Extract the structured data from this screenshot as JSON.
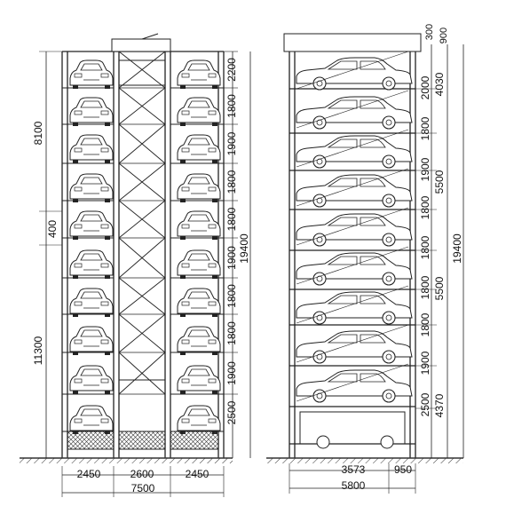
{
  "front_view": {
    "bottom_dims": [
      "2450",
      "2600",
      "2450"
    ],
    "overall_width": "7500",
    "left_dims": [
      "8100",
      "400",
      "11300"
    ],
    "right_levels": [
      "2200",
      "1800",
      "1900",
      "1800",
      "1800",
      "1900",
      "1800",
      "1800",
      "1900",
      "2500"
    ],
    "overall_height": "19400"
  },
  "side_view": {
    "top_dims": [
      "300",
      "900"
    ],
    "right_dims_a": [
      "2000",
      "1800",
      "1900",
      "1800",
      "1800",
      "1800",
      "1800",
      "1900",
      "2500"
    ],
    "right_dims_b": [
      "4030",
      "5500",
      "5500",
      "4370"
    ],
    "overall_height": "19400",
    "bottom_dims": [
      "3573",
      "950"
    ],
    "overall_width": "5800"
  },
  "colors": {
    "line": "#222222",
    "ground": "#333333",
    "background": "#ffffff"
  }
}
